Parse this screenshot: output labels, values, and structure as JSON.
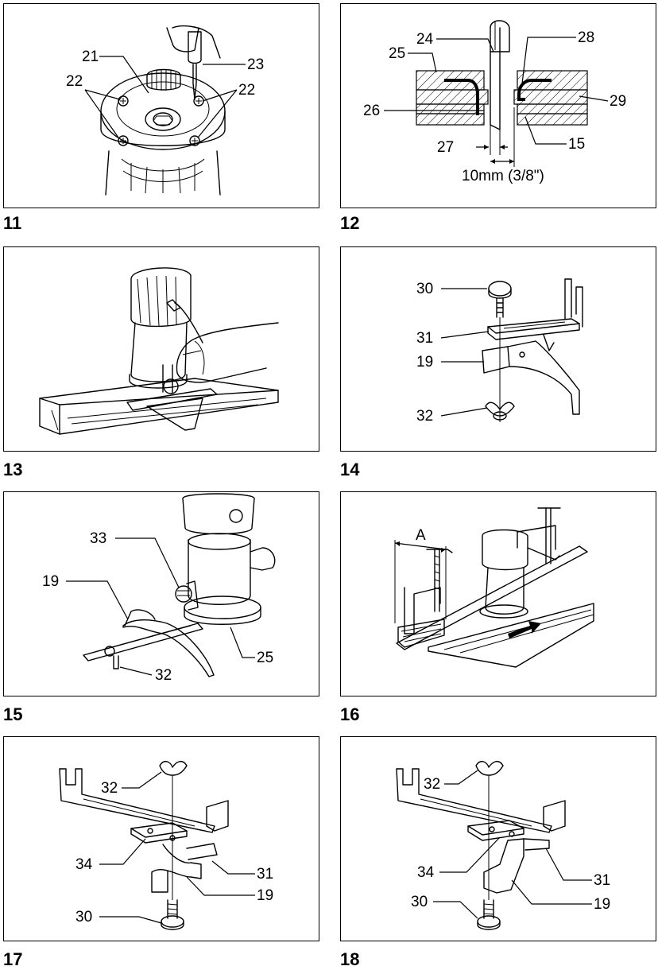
{
  "figures": [
    {
      "number": "11",
      "callouts": [
        "21",
        "22",
        "22",
        "23"
      ]
    },
    {
      "number": "12",
      "callouts": [
        "24",
        "25",
        "26",
        "27",
        "28",
        "29",
        "15"
      ],
      "dimension": "10mm (3/8\")"
    },
    {
      "number": "13",
      "callouts": []
    },
    {
      "number": "14",
      "callouts": [
        "30",
        "31",
        "19",
        "32"
      ]
    },
    {
      "number": "15",
      "callouts": [
        "33",
        "19",
        "32",
        "25"
      ]
    },
    {
      "number": "16",
      "callouts": [
        "A"
      ]
    },
    {
      "number": "17",
      "callouts": [
        "32",
        "34",
        "31",
        "19",
        "30"
      ]
    },
    {
      "number": "18",
      "callouts": [
        "32",
        "34",
        "31",
        "19",
        "30"
      ]
    }
  ]
}
